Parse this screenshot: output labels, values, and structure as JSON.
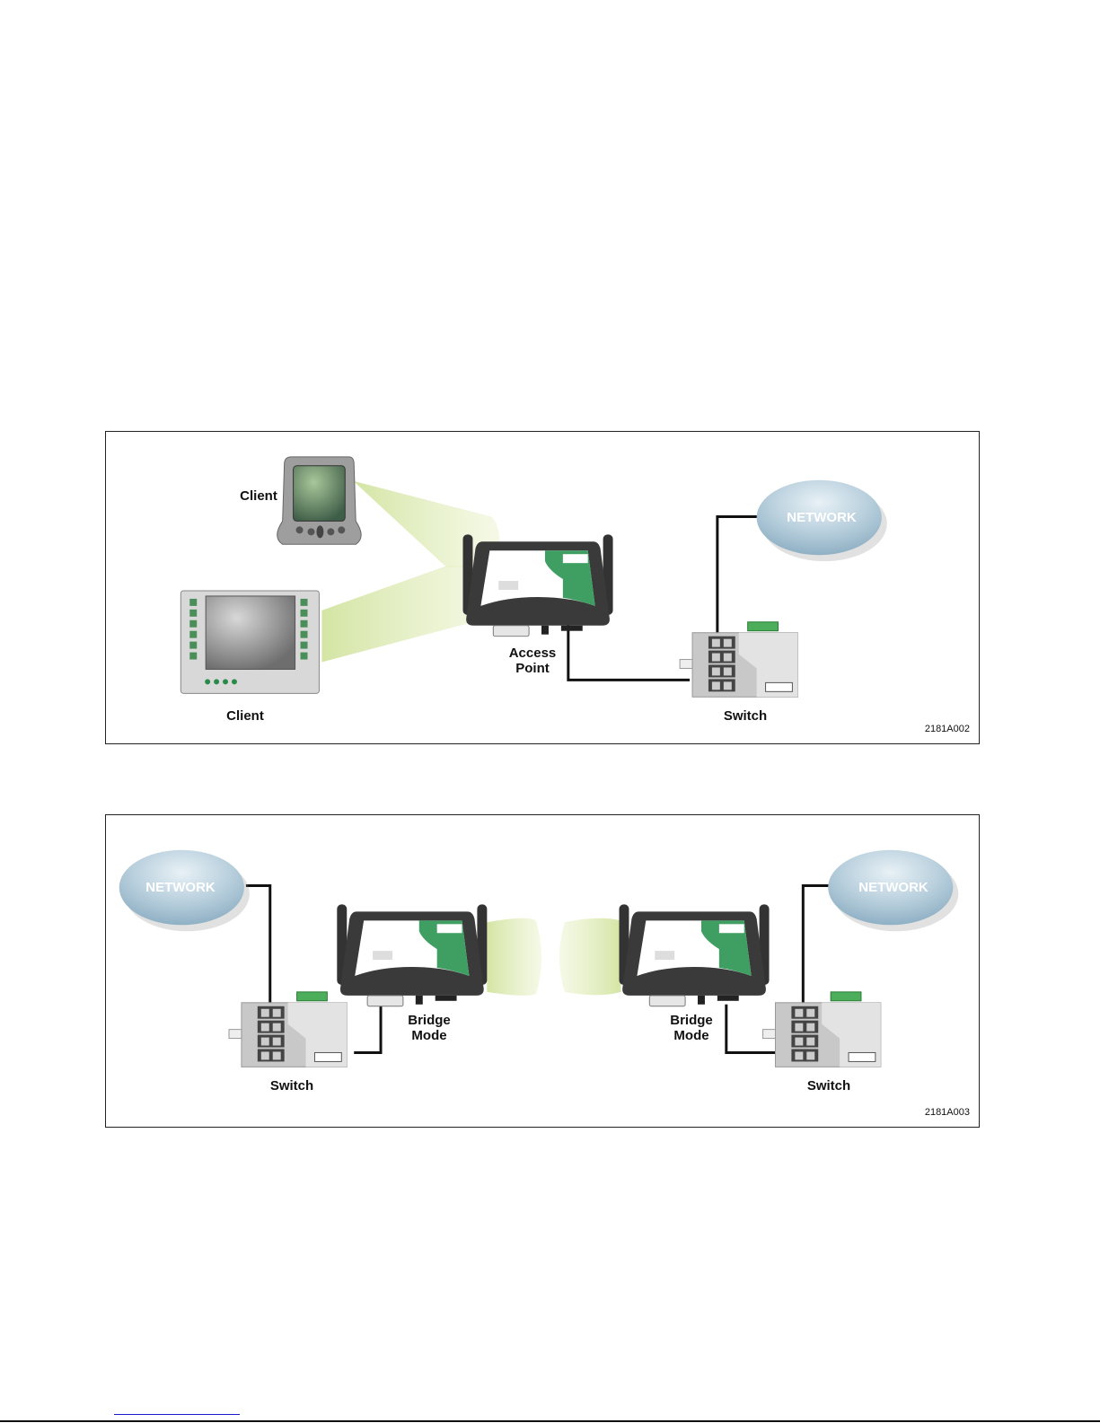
{
  "figures": [
    {
      "id": "2181A002",
      "labels": {
        "client_top": "Client",
        "client_bottom": "Client",
        "access_point": "Access\nPoint",
        "switch": "Switch",
        "network": "NETWORK"
      }
    },
    {
      "id": "2181A003",
      "labels": {
        "network_left": "NETWORK",
        "network_right": "NETWORK",
        "bridge_left": "Bridge\nMode",
        "bridge_right": "Bridge\nMode",
        "switch_left": "Switch",
        "switch_right": "Switch"
      }
    }
  ],
  "colors": {
    "radio_beam": "#d6e6a0",
    "device_green": "#3f9f62",
    "device_body": "#3a3a3a",
    "cloud": "#a9c4d4",
    "switch_body": "#c8c8c8",
    "cable": "#111111",
    "footer_link": "#1a1acc"
  }
}
